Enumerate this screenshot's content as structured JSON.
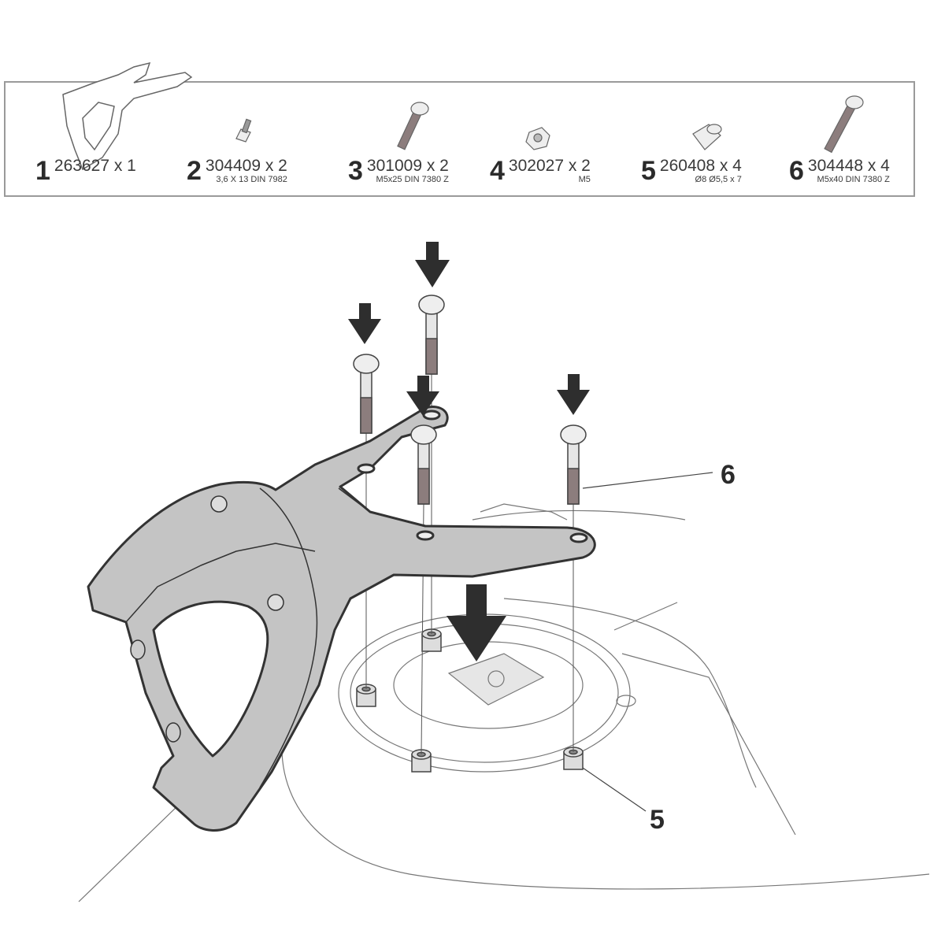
{
  "parts": [
    {
      "num": "1",
      "code": "263627 x 1",
      "spec": ""
    },
    {
      "num": "2",
      "code": "304409 x 2",
      "spec": "3,6 X 13 DIN 7982"
    },
    {
      "num": "3",
      "code": "301009 x 2",
      "spec": "M5x25 DIN 7380 Z"
    },
    {
      "num": "4",
      "code": "302027 x 2",
      "spec": "M5"
    },
    {
      "num": "5",
      "code": "260408 x 4",
      "spec": "Ø8 Ø5,5 x 7"
    },
    {
      "num": "6",
      "code": "304448 x 4",
      "spec": "M5x40 DIN 7380 Z"
    }
  ],
  "callouts": {
    "bolts": "6",
    "spacers": "5"
  },
  "colors": {
    "bracket": "#c4c4c4",
    "outline": "#333333",
    "arrow": "#2e2e2e",
    "thread": "#8c7d7d"
  }
}
